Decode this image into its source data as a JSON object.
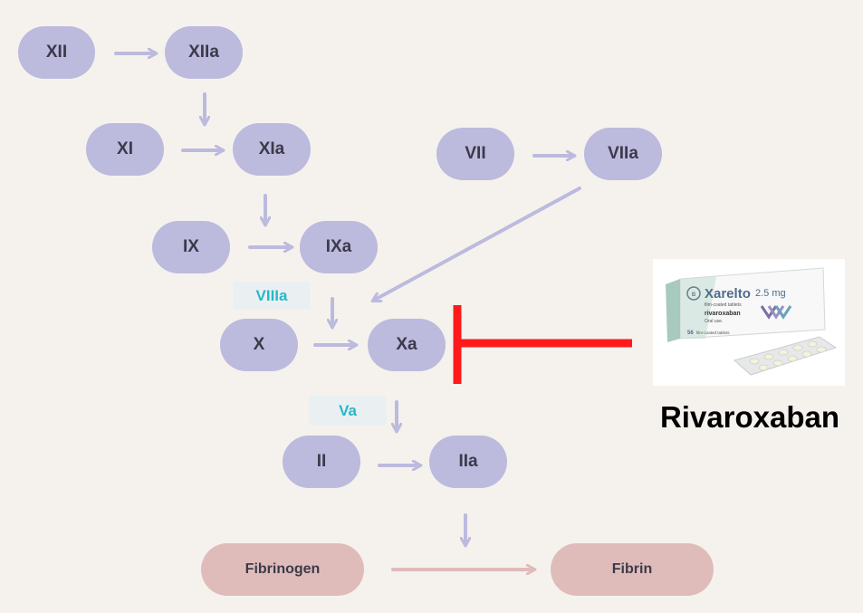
{
  "nodes": {
    "xii": "XII",
    "xiia": "XIIa",
    "xi": "XI",
    "xia": "XIa",
    "vii": "VII",
    "viia": "VIIa",
    "ix": "IX",
    "ixa": "IXa",
    "x": "X",
    "xa": "Xa",
    "ii": "II",
    "iia": "IIa",
    "fibrinogen": "Fibrinogen",
    "fibrin": "Fibrin"
  },
  "cofactors": {
    "viiia": "VIIIa",
    "va": "Va"
  },
  "drug": {
    "name": "Rivaroxaban",
    "package": {
      "brand": "Xarelto",
      "dose": "2.5 mg",
      "form": "film-coated tablets",
      "ingredient": "rivaroxaban",
      "route": "Oral use.",
      "count": "56",
      "count_label": "film-coated tablets"
    }
  },
  "colors": {
    "factor_node": "#bcbadd",
    "fibrin_node": "#dfbcba",
    "arrow": "#bcbadd",
    "fibrin_arrow": "#dfbcba",
    "inhibition": "#ff1a1a",
    "cofactor_text": "#27b8c8",
    "background": "#f5f2ee"
  }
}
